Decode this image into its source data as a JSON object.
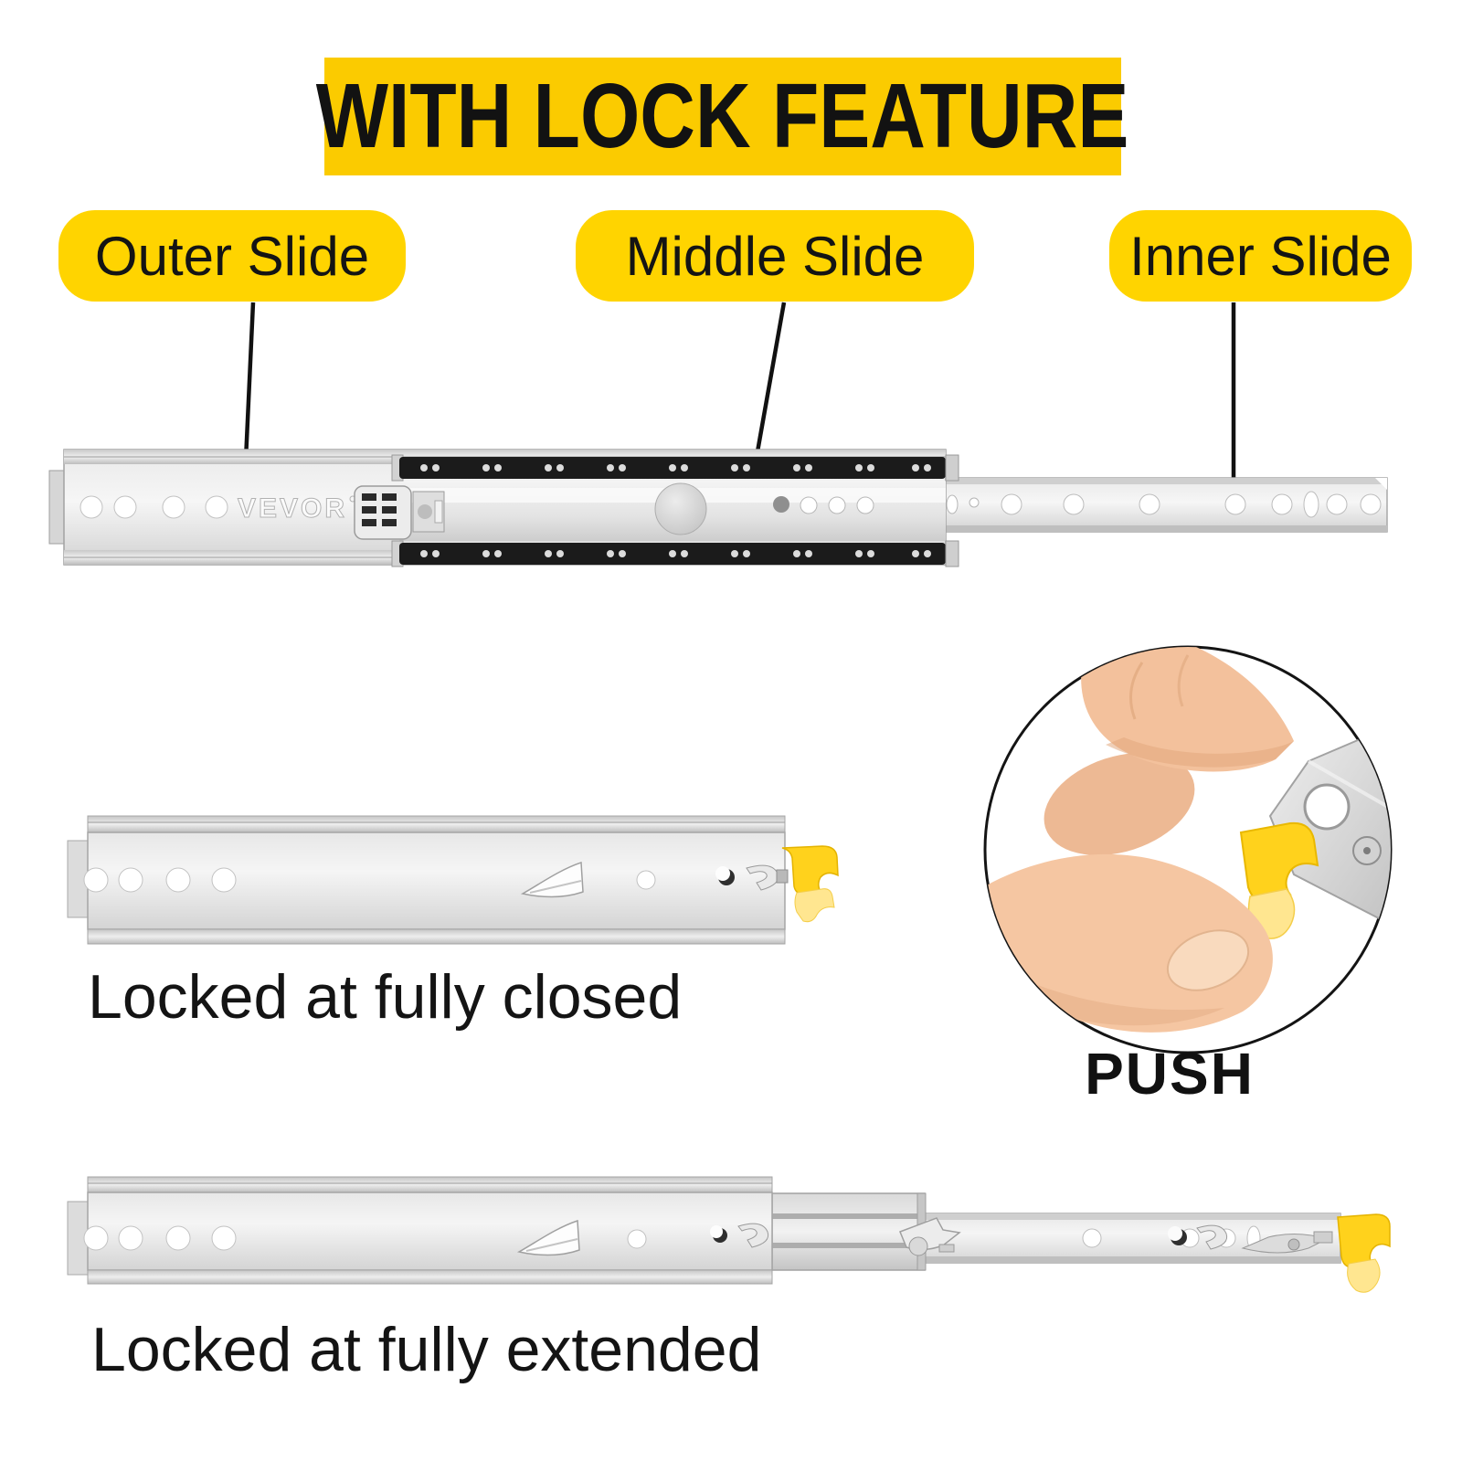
{
  "banner": {
    "title": "WITH LOCK FEATURE"
  },
  "callouts": {
    "outer": "Outer Slide",
    "middle": "Middle Slide",
    "inner": "Inner Slide"
  },
  "brand": {
    "logo": "VEVOR"
  },
  "figures": {
    "closed_caption": "Locked at fully closed",
    "extended_caption": "Locked at fully extended",
    "push_label": "PUSH"
  },
  "colors": {
    "banner_yellow": "#FBCB00",
    "pill_yellow": "#FFD400",
    "lock_lever_yellow": "#FFD21C",
    "lock_lever_ghost": "#FFE690",
    "text_black": "#111111",
    "metal_light": "#F2F2F2",
    "metal_dark": "#ABABAB",
    "bearing_strip": "#1B1B1B"
  }
}
